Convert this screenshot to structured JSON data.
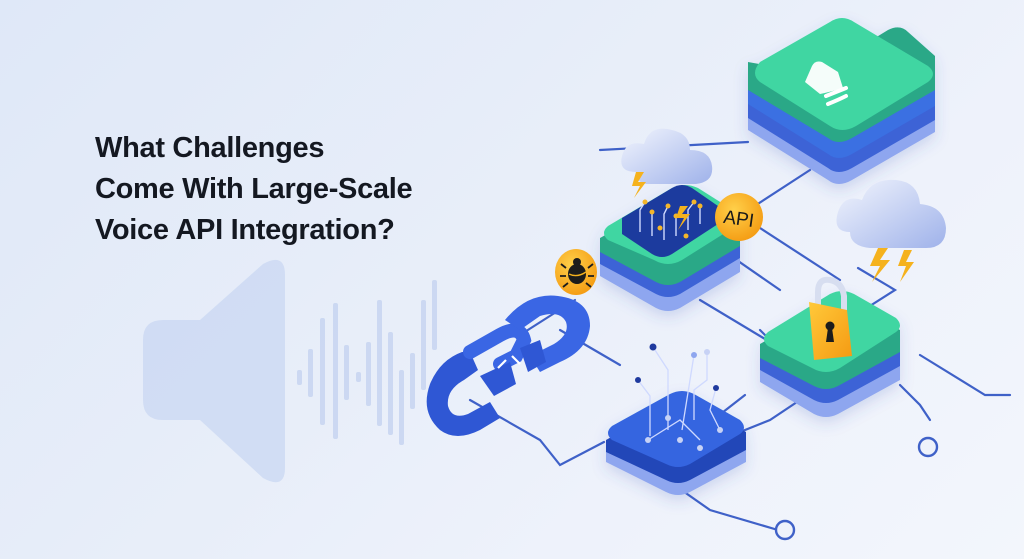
{
  "headline": {
    "line1": "What Challenges",
    "line2": "Come With Large-Scale",
    "line3": "Voice API Integration?"
  },
  "badges": {
    "api_label": "API"
  },
  "icons": [
    "speaker-icon",
    "sound-wave-icon",
    "broken-link-icon",
    "bug-icon",
    "api-badge-icon",
    "cloud-lightning-icon",
    "bell-icon",
    "padlock-icon",
    "circuit-chip-icon"
  ],
  "colors": {
    "background": "#e6edf9",
    "headline_text": "#141821",
    "primary_blue": "#3565e0",
    "teal_green": "#3fd6a0",
    "dark_navy": "#1f3a9e",
    "amber": "#f5b21d",
    "connector_line": "#3f61c8",
    "speaker_ghost": "#cdd9f3"
  }
}
